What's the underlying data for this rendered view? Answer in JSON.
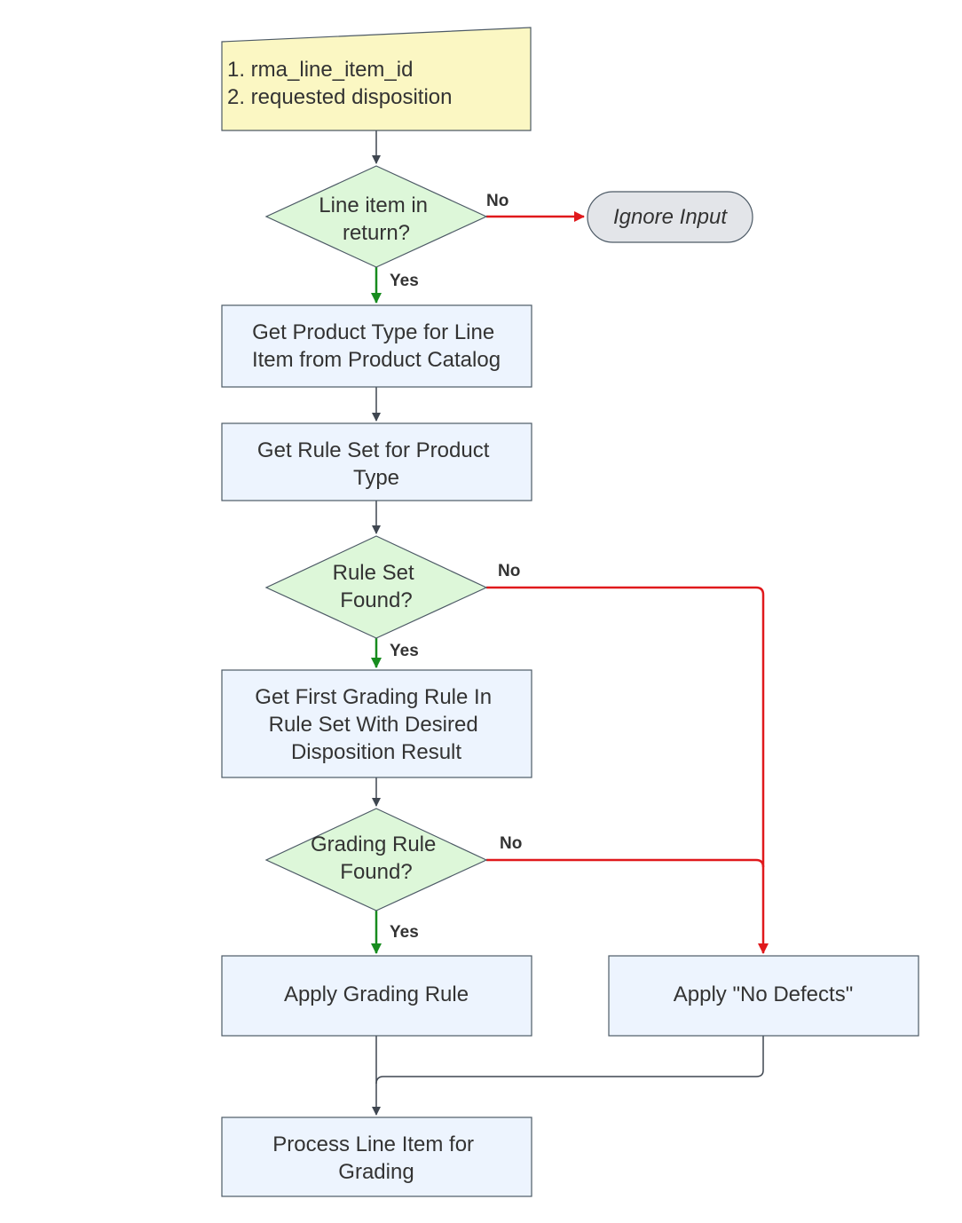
{
  "colors": {
    "process_fill": "#edf4fe",
    "process_stroke": "#4d5a66",
    "input_fill": "#fbf7c3",
    "decision_fill": "#ddf7d9",
    "terminal_fill": "#e3e5e9",
    "flow_line": "#3f4650",
    "yes_line": "#178c1e",
    "no_line": "#e0191c"
  },
  "nodes": {
    "input": {
      "lines": [
        "1. rma_line_item_id",
        "2. requested disposition"
      ]
    },
    "decision_line_item": {
      "lines": [
        "Line item in",
        "return?"
      ]
    },
    "terminal_ignore": {
      "lines": [
        "Ignore Input"
      ]
    },
    "get_product_type": {
      "lines": [
        "Get Product Type for Line",
        "Item from Product Catalog"
      ]
    },
    "get_rule_set": {
      "lines": [
        "Get Rule Set for Product",
        "Type"
      ]
    },
    "decision_rule_set": {
      "lines": [
        "Rule Set",
        "Found?"
      ]
    },
    "get_first_rule": {
      "lines": [
        "Get First Grading Rule In",
        "Rule Set With Desired",
        "Disposition Result"
      ]
    },
    "decision_grading_rule": {
      "lines": [
        "Grading Rule",
        "Found?"
      ]
    },
    "apply_grading_rule": {
      "lines": [
        "Apply Grading Rule"
      ]
    },
    "apply_no_defects": {
      "lines": [
        "Apply \"No Defects\""
      ]
    },
    "process_line_item": {
      "lines": [
        "Process Line Item for",
        "Grading"
      ]
    }
  },
  "edge_labels": {
    "line_item_no": "No",
    "line_item_yes": "Yes",
    "rule_set_no": "No",
    "rule_set_yes": "Yes",
    "grading_rule_no": "No",
    "grading_rule_yes": "Yes"
  }
}
